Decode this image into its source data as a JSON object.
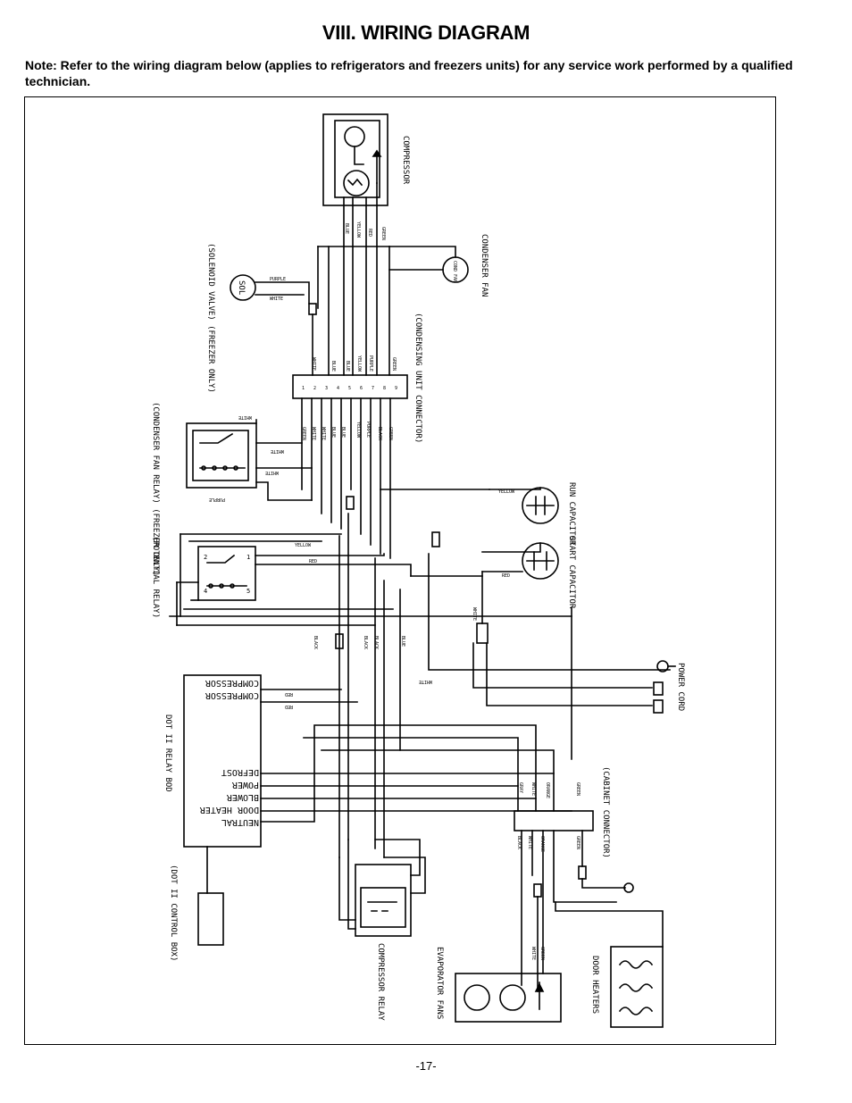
{
  "header": {
    "title": "VIII.  WIRING DIAGRAM",
    "note": "Note:  Refer to the wiring diagram below (applies to refrigerators and freezers units) for any service work performed by a qualified technician."
  },
  "diagram": {
    "components": {
      "compressor": "COMPRESSOR",
      "condenser_fan": "CONDENSER FAN",
      "condenser_fan_motor": "COND FAN",
      "solenoid_valve": "(SOLENOID VALVE) (FREEZER ONLY)",
      "solenoid_label": "SOL",
      "condensing_unit_connector": "(CONDENSING UNIT CONNECTOR)",
      "condenser_fan_relay": "(CONDENSER FAN RELAY) (FREEZER ONLY)",
      "potential_relay": "(POTENTIAL RELAY)",
      "run_capacitor": "RUN CAPACITOR",
      "start_capacitor": "START CAPACITOR",
      "power_cord": "POWER CORD",
      "relay_board": "DOT II RELAY BOD",
      "control_box": "(DOT II CONTROL BOX)",
      "compressor_relay": "COMPRESSOR RELAY",
      "cabinet_connector": "(CABINET CONNECTOR)",
      "evaporator_fans": "EVAPORATOR FANS",
      "door_heaters": "DOOR HEATERS"
    },
    "relay_board_terminals": [
      "COMPRESSOR",
      "COMPRESSOR",
      "DEFROST",
      "POWER",
      "BLOWER",
      "DOOR HEATER",
      "NEUTRAL"
    ],
    "wire_labels": {
      "compressor_leads": [
        "BLUE",
        "YELLOW",
        "RED",
        "GREEN"
      ],
      "condensing_connector_top": [
        "WHITE",
        "BLUE",
        "BLUE",
        "YELLOW",
        "PURPLE",
        "GREEN"
      ],
      "condensing_connector_bottom": [
        "GREEN",
        "WHITE",
        "WHITE",
        "BLUE",
        "BLUE",
        "YELLOW",
        "PURPLE",
        "BLACK",
        "GREEN"
      ],
      "solenoid_leads": [
        "PURPLE",
        "WHITE"
      ],
      "fan_relay_leads": [
        "WHITE",
        "WHITE",
        "WHITE",
        "PURPLE"
      ],
      "potential_relay_leads": [
        "YELLOW",
        "RED"
      ],
      "mid_leads": [
        "BLACK",
        "BLACK",
        "BLACK",
        "BLUE"
      ],
      "capacitor_leads": [
        "YELLOW",
        "RED"
      ],
      "board_leads": [
        "RED",
        "RED"
      ],
      "power_leads": [
        "WHITE",
        "WHITE"
      ],
      "cabinet_connector_top": [
        "GRAY",
        "WHITE",
        "ORANGE",
        "GREEN"
      ],
      "cabinet_connector_bottom": [
        "BLACK",
        "WHITE",
        "ORANGE",
        "GREEN"
      ],
      "evaporator_leads": [
        "WHITE",
        "GREEN"
      ]
    },
    "relay_pin_numbers": [
      "2",
      "1",
      "4",
      "5"
    ],
    "connector_pin_numbers": [
      "1",
      "2",
      "3",
      "4",
      "5",
      "6",
      "7",
      "8",
      "9"
    ]
  },
  "footer": {
    "page_number": "-17-"
  }
}
